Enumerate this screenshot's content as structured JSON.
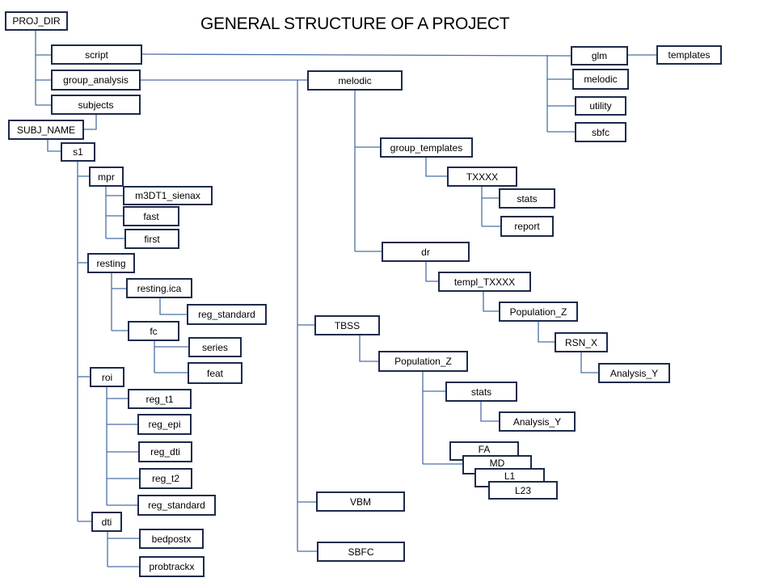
{
  "title": "GENERAL STRUCTURE OF A PROJECT",
  "colors": {
    "box_border": "#1c2a4a",
    "connector": "#4a6fa5"
  },
  "nodes": [
    {
      "id": "proj_dir",
      "label": "PROJ_DIR"
    },
    {
      "id": "script",
      "label": "script"
    },
    {
      "id": "group_analysis",
      "label": "group_analysis"
    },
    {
      "id": "subjects",
      "label": "subjects"
    },
    {
      "id": "subj_name",
      "label": "SUBJ_NAME"
    },
    {
      "id": "s1",
      "label": "s1"
    },
    {
      "id": "mpr",
      "label": "mpr"
    },
    {
      "id": "m3dt1_sienax",
      "label": "m3DT1_sienax"
    },
    {
      "id": "fast",
      "label": "fast"
    },
    {
      "id": "first",
      "label": "first"
    },
    {
      "id": "resting",
      "label": "resting"
    },
    {
      "id": "resting_ica",
      "label": "resting.ica"
    },
    {
      "id": "reg_standard_rest",
      "label": "reg_standard"
    },
    {
      "id": "fc",
      "label": "fc"
    },
    {
      "id": "series",
      "label": "series"
    },
    {
      "id": "feat",
      "label": "feat"
    },
    {
      "id": "roi",
      "label": "roi"
    },
    {
      "id": "reg_t1",
      "label": "reg_t1"
    },
    {
      "id": "reg_epi",
      "label": "reg_epi"
    },
    {
      "id": "reg_dti",
      "label": "reg_dti"
    },
    {
      "id": "reg_t2",
      "label": "reg_t2"
    },
    {
      "id": "reg_standard_roi",
      "label": "reg_standard"
    },
    {
      "id": "dti",
      "label": "dti"
    },
    {
      "id": "bedpostx",
      "label": "bedpostx"
    },
    {
      "id": "probtrackx",
      "label": "probtrackx"
    },
    {
      "id": "melodic_ga",
      "label": "melodic"
    },
    {
      "id": "group_templates",
      "label": "group_templates"
    },
    {
      "id": "txxxx",
      "label": "TXXXX"
    },
    {
      "id": "stats_t",
      "label": "stats"
    },
    {
      "id": "report",
      "label": "report"
    },
    {
      "id": "dr",
      "label": "dr"
    },
    {
      "id": "templ_txxxx",
      "label": "templ_TXXXX"
    },
    {
      "id": "population_z_dr",
      "label": "Population_Z"
    },
    {
      "id": "rsn_x",
      "label": "RSN_X"
    },
    {
      "id": "analysis_y_dr",
      "label": "Analysis_Y"
    },
    {
      "id": "tbss",
      "label": "TBSS"
    },
    {
      "id": "population_z_tbss",
      "label": "Population_Z"
    },
    {
      "id": "stats_tbss",
      "label": "stats"
    },
    {
      "id": "analysis_y_tbss",
      "label": "Analysis_Y"
    },
    {
      "id": "fa",
      "label": "FA"
    },
    {
      "id": "md",
      "label": "MD"
    },
    {
      "id": "l1",
      "label": "L1"
    },
    {
      "id": "l23",
      "label": "L23"
    },
    {
      "id": "vbm",
      "label": "VBM"
    },
    {
      "id": "sbfc_ga",
      "label": "SBFC"
    },
    {
      "id": "glm",
      "label": "glm"
    },
    {
      "id": "templates",
      "label": "templates"
    },
    {
      "id": "melodic_script",
      "label": "melodic"
    },
    {
      "id": "utility",
      "label": "utility"
    },
    {
      "id": "sbfc_script",
      "label": "sbfc"
    }
  ],
  "edges": [
    [
      "proj_dir",
      "script"
    ],
    [
      "proj_dir",
      "group_analysis"
    ],
    [
      "proj_dir",
      "subjects"
    ],
    [
      "subjects",
      "subj_name"
    ],
    [
      "subj_name",
      "s1"
    ],
    [
      "s1",
      "mpr"
    ],
    [
      "s1",
      "resting"
    ],
    [
      "s1",
      "roi"
    ],
    [
      "s1",
      "dti"
    ],
    [
      "mpr",
      "m3dt1_sienax"
    ],
    [
      "mpr",
      "fast"
    ],
    [
      "mpr",
      "first"
    ],
    [
      "resting",
      "resting_ica"
    ],
    [
      "resting",
      "fc"
    ],
    [
      "resting_ica",
      "reg_standard_rest"
    ],
    [
      "fc",
      "series"
    ],
    [
      "fc",
      "feat"
    ],
    [
      "roi",
      "reg_t1"
    ],
    [
      "roi",
      "reg_epi"
    ],
    [
      "roi",
      "reg_dti"
    ],
    [
      "roi",
      "reg_t2"
    ],
    [
      "roi",
      "reg_standard_roi"
    ],
    [
      "dti",
      "bedpostx"
    ],
    [
      "dti",
      "probtrackx"
    ],
    [
      "group_analysis",
      "melodic_ga"
    ],
    [
      "group_analysis",
      "tbss"
    ],
    [
      "group_analysis",
      "vbm"
    ],
    [
      "group_analysis",
      "sbfc_ga"
    ],
    [
      "melodic_ga",
      "group_templates"
    ],
    [
      "melodic_ga",
      "dr"
    ],
    [
      "group_templates",
      "txxxx"
    ],
    [
      "txxxx",
      "stats_t"
    ],
    [
      "txxxx",
      "report"
    ],
    [
      "dr",
      "templ_txxxx"
    ],
    [
      "templ_txxxx",
      "population_z_dr"
    ],
    [
      "population_z_dr",
      "rsn_x"
    ],
    [
      "rsn_x",
      "analysis_y_dr"
    ],
    [
      "tbss",
      "population_z_tbss"
    ],
    [
      "population_z_tbss",
      "stats_tbss"
    ],
    [
      "population_z_tbss",
      "fa"
    ],
    [
      "stats_tbss",
      "analysis_y_tbss"
    ],
    [
      "script",
      "glm"
    ],
    [
      "script",
      "melodic_script"
    ],
    [
      "script",
      "utility"
    ],
    [
      "script",
      "sbfc_script"
    ],
    [
      "glm",
      "templates"
    ]
  ]
}
